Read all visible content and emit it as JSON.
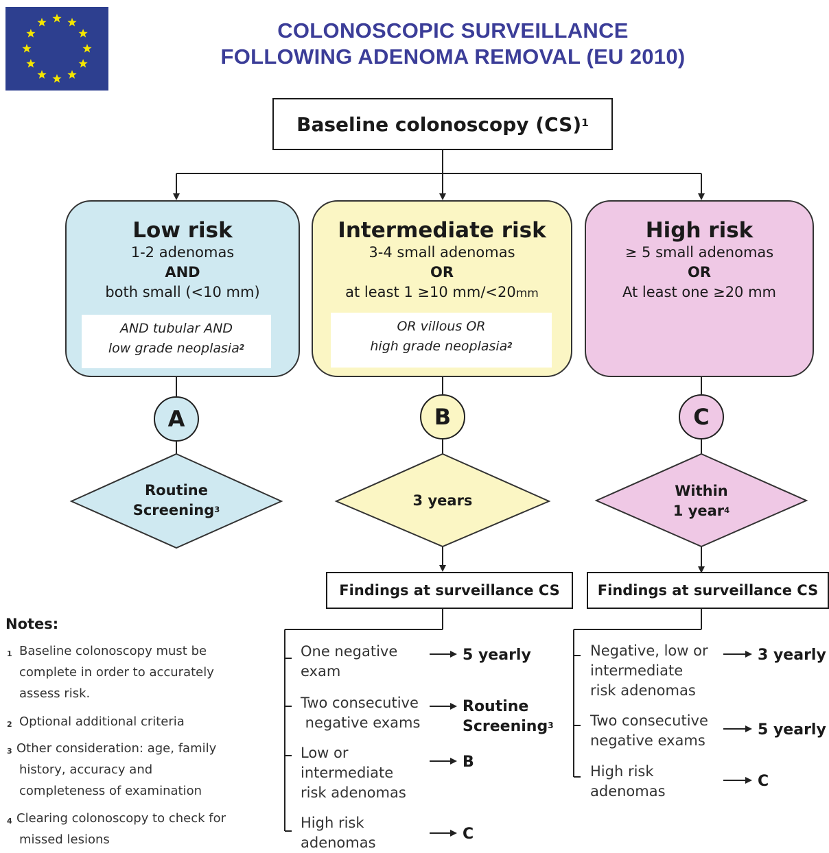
{
  "title": {
    "line1": "COLONOSCOPIC SURVEILLANCE",
    "line2": "FOLLOWING ADENOMA REMOVAL (EU 2010)"
  },
  "colors": {
    "title": "#3b3d98",
    "low": "#cfe9f1",
    "intermediate": "#fbf6c4",
    "high": "#efc8e5",
    "flag": "#2d3f8f",
    "stars": "#f4e600"
  },
  "baseline": {
    "label": "Baseline colonoscopy (CS)",
    "sup": "1"
  },
  "low": {
    "title": "Low risk",
    "line1": "1-2 adenomas",
    "conj": "AND",
    "line2": "both small (<10 mm)",
    "opt1": "AND tubular AND",
    "opt2": "low grade neoplasia",
    "opt_sup": "2",
    "circle": "A",
    "decision1": "Routine",
    "decision2": "Screening",
    "decision_sup": "3"
  },
  "intermediate": {
    "title": "Intermediate risk",
    "line1": "3-4 small adenomas",
    "conj": "OR",
    "line2a": "at least 1 ≥10 mm/<20",
    "line2b": "mm",
    "opt1": "OR villous OR",
    "opt2": "high grade neoplasia",
    "opt_sup": "2",
    "circle": "B",
    "decision": "3 years"
  },
  "high": {
    "title": "High risk",
    "line1": "≥ 5 small adenomas",
    "conj": "OR",
    "line2": "At least one ≥20 mm",
    "circle": "C",
    "decision1": "Within",
    "decision2": "1 year",
    "decision_sup": "4"
  },
  "findings_label": "Findings at surveillance CS",
  "mid_findings": [
    {
      "lines": [
        "One negative",
        "exam"
      ],
      "result": [
        "5 yearly"
      ]
    },
    {
      "lines": [
        "Two consecutive",
        " negative exams"
      ],
      "result": [
        "Routine",
        "Screening"
      ],
      "result_sup": "3"
    },
    {
      "lines": [
        "Low or",
        "intermediate",
        "risk adenomas"
      ],
      "result": [
        "B"
      ]
    },
    {
      "lines": [
        "High risk",
        "adenomas"
      ],
      "result": [
        "C"
      ]
    }
  ],
  "right_findings": [
    {
      "lines": [
        "Negative, low or",
        "intermediate",
        "risk adenomas"
      ],
      "result": [
        "3 yearly"
      ]
    },
    {
      "lines": [
        "Two consecutive",
        "negative exams"
      ],
      "result": [
        "5 yearly"
      ]
    },
    {
      "lines": [
        "High risk",
        "adenomas"
      ],
      "result": [
        "C"
      ]
    }
  ],
  "notes": {
    "title": "Notes:",
    "items": [
      {
        "num": "1",
        "lines": [
          "Baseline colonoscopy must be",
          "complete in order to accurately",
          "assess risk."
        ]
      },
      {
        "num": "2",
        "lines": [
          "Optional additional criteria"
        ]
      },
      {
        "num": "3",
        "lines": [
          "Other consideration: age, family",
          "history, accuracy and",
          "completeness of examination"
        ]
      },
      {
        "num": "4",
        "lines": [
          "Clearing colonoscopy to check for",
          "missed lesions"
        ]
      }
    ]
  }
}
